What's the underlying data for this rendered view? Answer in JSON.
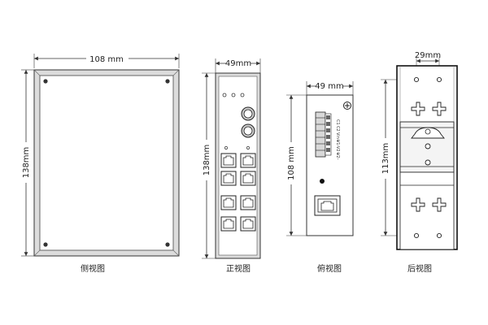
{
  "views": {
    "side": {
      "caption": "侧视图",
      "width_label": "108 mm",
      "height_label": "138mm"
    },
    "front": {
      "caption": "正视图",
      "width_label": "49mm",
      "height_label": "138mm",
      "rj45_port_count": 8,
      "led_count": 3,
      "fiber_port_count": 2
    },
    "top": {
      "caption": "俯视图",
      "width_label": "49 mm",
      "height_label": "108 mm",
      "terminal_labels": [
        "C1",
        "C2",
        "Vin+",
        "V1-",
        "V2+",
        "V2-"
      ]
    },
    "rear": {
      "caption": "后视图",
      "width_label": "29mm",
      "height_label": "113mm"
    }
  },
  "colors": {
    "line": "#333333",
    "panel_fill": "#f2f2f2",
    "outer_fill": "#dcdcdc",
    "dark": "#111111"
  }
}
